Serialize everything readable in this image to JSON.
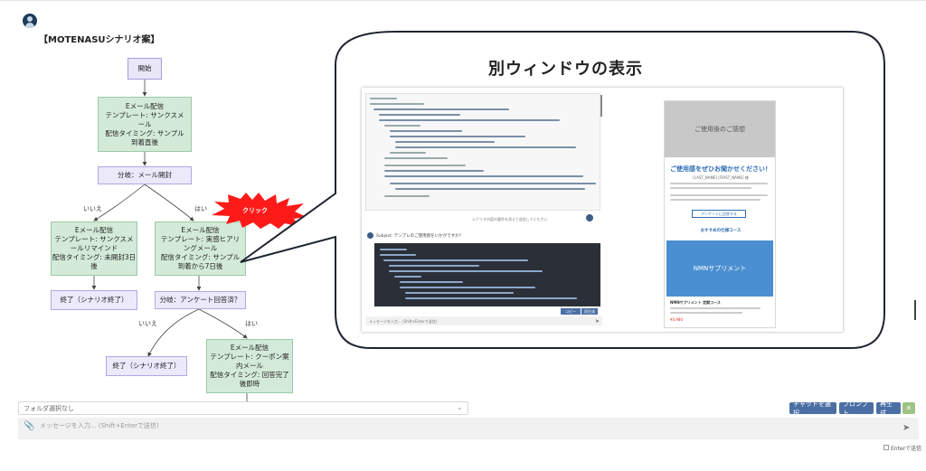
{
  "title": "【MOTENASUシナリオ案】",
  "callout": {
    "title": "別ウィンドウの表示"
  },
  "click_badge": "クリック",
  "flow": {
    "start": "開始",
    "email1": "Eメール配信\nテンプレート: サンクスメ\nール\n配信タイミング: サンプル\n到着直後",
    "branch1": "分岐：メール開封",
    "label_no1": "いいえ",
    "label_yes1": "はい",
    "email2": "Eメール配信\nテンプレート: サンクスメ\nールリマインド\n配信タイミング: 未開封3日\n後",
    "email3": "Eメール配信\nテンプレート: 実感ヒアリ\nングメール\n配信タイミング: サンプル\n到着から7日後",
    "end1": "終了（シナリオ終了）",
    "branch2": "分岐：アンケート回答済？",
    "label_no2": "いいえ",
    "label_yes2": "はい",
    "end2": "終了（シナリオ終了）",
    "email4": "Eメール配信\nテンプレート: クーポン案\n内メール\n配信タイミング: 回答完了\n後即時"
  },
  "screenshot": {
    "right_header_image_text": "ご使用後のご感想",
    "right_heading": "ご使用感をぜひお聞かせください！",
    "right_sub": "[LAST_NAME] [FIRST_NAME] 様",
    "right_button": "アンケートに回答する",
    "right_link": "おすすめの仕様コース",
    "product_image_text": "NMNサプリメント",
    "product_title": "NMNサプリメント 定期コース",
    "product_price": "¥4,980",
    "question_text": "Subject: テンプレのご使用感をいかがですか？",
    "toolbar_btn1": "コピー",
    "toolbar_btn2": "再生成",
    "input_placeholder": "メッセージを入力... (Shift+Enterで送信)"
  },
  "bottom": {
    "folder_placeholder": "フォルダ選択なし",
    "buttons": [
      "チャットを選択",
      "プロンプト",
      "再生成"
    ],
    "message_placeholder": "メッセージを入力... (Shift+Enterで送信)",
    "enter_label": "Enterで送信"
  }
}
